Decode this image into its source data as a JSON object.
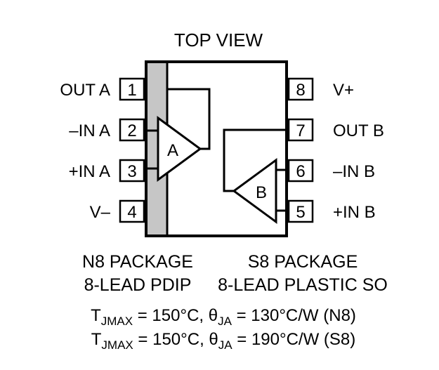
{
  "title": "TOP VIEW",
  "pins_left": [
    {
      "number": "1",
      "label": "OUT A"
    },
    {
      "number": "2",
      "label": "–IN A"
    },
    {
      "number": "3",
      "label": "+IN A"
    },
    {
      "number": "4",
      "label": "V–"
    }
  ],
  "pins_right": [
    {
      "number": "8",
      "label": "V+"
    },
    {
      "number": "7",
      "label": "OUT B"
    },
    {
      "number": "6",
      "label": "–IN B"
    },
    {
      "number": "5",
      "label": "+IN B"
    }
  ],
  "amplifiers": {
    "a": "A",
    "b": "B"
  },
  "packages": {
    "n8": {
      "line1": "N8 PACKAGE",
      "line2": "8-LEAD PDIP"
    },
    "s8": {
      "line1": "S8 PACKAGE",
      "line2": "8-LEAD PLASTIC SO"
    }
  },
  "thermal": [
    {
      "t": "T",
      "t_sub": "JMAX",
      "mid": " = 150°C, θ",
      "ja_sub": "JA",
      "rest": " = 130°C/W (N8)"
    },
    {
      "t": "T",
      "t_sub": "JMAX",
      "mid": " = 150°C, θ",
      "ja_sub": "JA",
      "rest": " = 190°C/W (S8)"
    }
  ],
  "colors": {
    "stripe": "#c6c6c6",
    "line": "#000000"
  }
}
